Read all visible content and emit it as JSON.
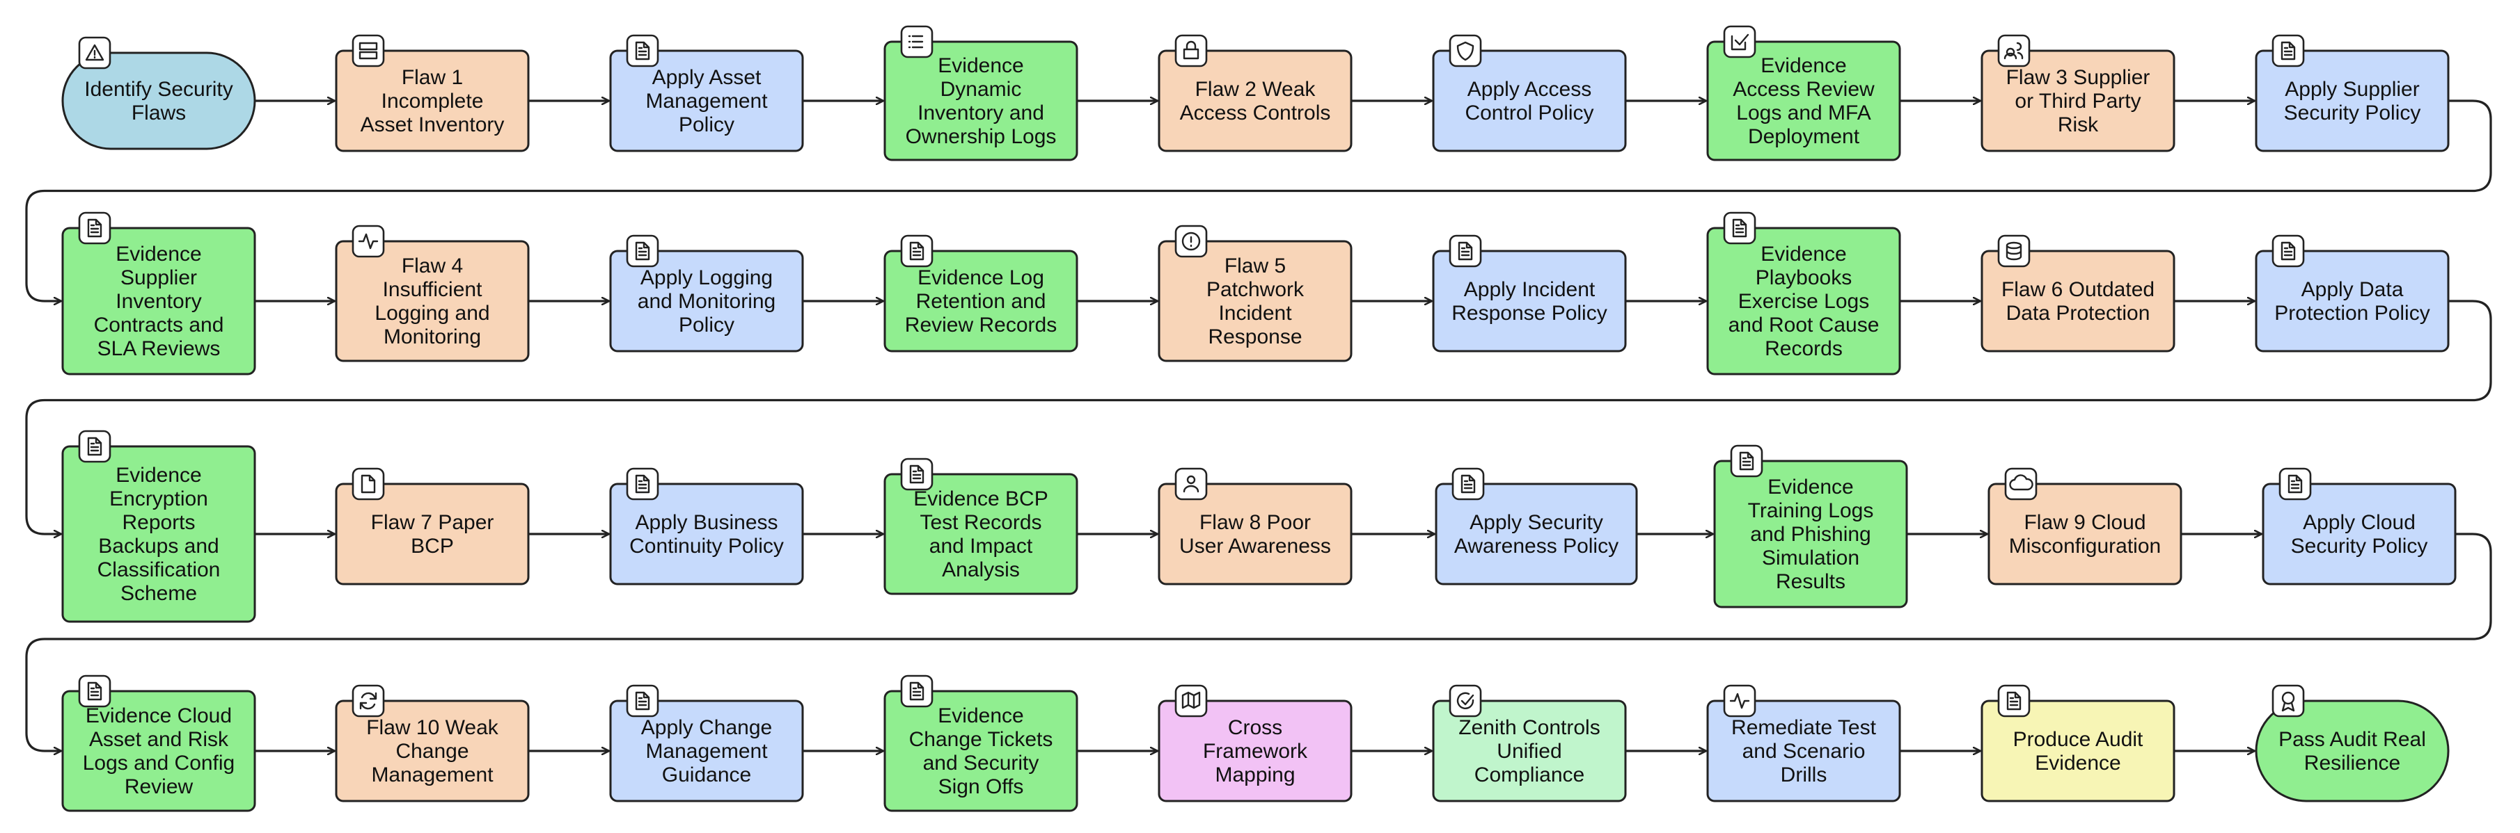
{
  "colors": {
    "start_end": "#add8e6",
    "end": "#90ee90",
    "flaw": "#f8d5b8",
    "policy": "#c6dafc",
    "evidence": "#90ee90",
    "mapping": "#f2c2f5",
    "compliance": "#c0f5cc",
    "remediate": "#c6dafc",
    "produce": "#f7f5b5",
    "stroke": "#222222"
  },
  "nodes": [
    {
      "id": "n1",
      "kind": "start_end",
      "icon": "warning-icon",
      "lines": [
        "Identify Security",
        "Flaws"
      ]
    },
    {
      "id": "n2",
      "kind": "flaw",
      "icon": "server-icon",
      "lines": [
        "Flaw 1",
        "Incomplete",
        "Asset Inventory"
      ]
    },
    {
      "id": "n3",
      "kind": "policy",
      "icon": "document-icon",
      "lines": [
        "Apply Asset",
        "Management",
        "Policy"
      ]
    },
    {
      "id": "n4",
      "kind": "evidence",
      "icon": "list-icon",
      "lines": [
        "Evidence",
        "Dynamic",
        "Inventory and",
        "Ownership Logs"
      ]
    },
    {
      "id": "n5",
      "kind": "flaw",
      "icon": "lock-icon",
      "lines": [
        "Flaw 2 Weak",
        "Access Controls"
      ]
    },
    {
      "id": "n6",
      "kind": "policy",
      "icon": "shield-icon",
      "lines": [
        "Apply Access",
        "Control Policy"
      ]
    },
    {
      "id": "n7",
      "kind": "evidence",
      "icon": "checkbox-icon",
      "lines": [
        "Evidence",
        "Access Review",
        "Logs and MFA",
        "Deployment"
      ]
    },
    {
      "id": "n8",
      "kind": "flaw",
      "icon": "users-icon",
      "lines": [
        "Flaw 3 Supplier",
        "or Third Party",
        "Risk"
      ]
    },
    {
      "id": "n9",
      "kind": "policy",
      "icon": "document-icon",
      "lines": [
        "Apply Supplier",
        "Security Policy"
      ]
    },
    {
      "id": "n10",
      "kind": "evidence",
      "icon": "document-icon",
      "lines": [
        "Evidence",
        "Supplier",
        "Inventory",
        "Contracts and",
        "SLA Reviews"
      ]
    },
    {
      "id": "n11",
      "kind": "flaw",
      "icon": "activity-icon",
      "lines": [
        "Flaw 4",
        "Insufficient",
        "Logging and",
        "Monitoring"
      ]
    },
    {
      "id": "n12",
      "kind": "policy",
      "icon": "document-icon",
      "lines": [
        "Apply Logging",
        "and Monitoring",
        "Policy"
      ]
    },
    {
      "id": "n13",
      "kind": "evidence",
      "icon": "document-icon",
      "lines": [
        "Evidence Log",
        "Retention and",
        "Review Records"
      ]
    },
    {
      "id": "n14",
      "kind": "flaw",
      "icon": "alert-circle-icon",
      "lines": [
        "Flaw 5",
        "Patchwork",
        "Incident",
        "Response"
      ]
    },
    {
      "id": "n15",
      "kind": "policy",
      "icon": "document-icon",
      "lines": [
        "Apply Incident",
        "Response Policy"
      ]
    },
    {
      "id": "n16",
      "kind": "evidence",
      "icon": "document-icon",
      "lines": [
        "Evidence",
        "Playbooks",
        "Exercise Logs",
        "and Root Cause",
        "Records"
      ]
    },
    {
      "id": "n17",
      "kind": "flaw",
      "icon": "database-icon",
      "lines": [
        "Flaw 6 Outdated",
        "Data Protection"
      ]
    },
    {
      "id": "n18",
      "kind": "policy",
      "icon": "document-icon",
      "lines": [
        "Apply Data",
        "Protection Policy"
      ]
    },
    {
      "id": "n19",
      "kind": "evidence",
      "icon": "document-icon",
      "lines": [
        "Evidence",
        "Encryption",
        "Reports",
        "Backups and",
        "Classification",
        "Scheme"
      ]
    },
    {
      "id": "n20",
      "kind": "flaw",
      "icon": "file-icon",
      "lines": [
        "Flaw 7 Paper",
        "BCP"
      ]
    },
    {
      "id": "n21",
      "kind": "policy",
      "icon": "document-icon",
      "lines": [
        "Apply Business",
        "Continuity Policy"
      ]
    },
    {
      "id": "n22",
      "kind": "evidence",
      "icon": "document-icon",
      "lines": [
        "Evidence BCP",
        "Test Records",
        "and Impact",
        "Analysis"
      ]
    },
    {
      "id": "n23",
      "kind": "flaw",
      "icon": "user-icon",
      "lines": [
        "Flaw 8 Poor",
        "User Awareness"
      ]
    },
    {
      "id": "n24",
      "kind": "policy",
      "icon": "document-icon",
      "lines": [
        "Apply Security",
        "Awareness Policy"
      ]
    },
    {
      "id": "n25",
      "kind": "evidence",
      "icon": "document-icon",
      "lines": [
        "Evidence",
        "Training Logs",
        "and Phishing",
        "Simulation",
        "Results"
      ]
    },
    {
      "id": "n26",
      "kind": "flaw",
      "icon": "cloud-icon",
      "lines": [
        "Flaw 9 Cloud",
        "Misconfiguration"
      ]
    },
    {
      "id": "n27",
      "kind": "policy",
      "icon": "document-icon",
      "lines": [
        "Apply Cloud",
        "Security Policy"
      ]
    },
    {
      "id": "n28",
      "kind": "evidence",
      "icon": "document-icon",
      "lines": [
        "Evidence Cloud",
        "Asset and Risk",
        "Logs and Config",
        "Review"
      ]
    },
    {
      "id": "n29",
      "kind": "flaw",
      "icon": "refresh-icon",
      "lines": [
        "Flaw 10 Weak",
        "Change",
        "Management"
      ]
    },
    {
      "id": "n30",
      "kind": "policy",
      "icon": "document-icon",
      "lines": [
        "Apply Change",
        "Management",
        "Guidance"
      ]
    },
    {
      "id": "n31",
      "kind": "evidence",
      "icon": "document-icon",
      "lines": [
        "Evidence",
        "Change Tickets",
        "and Security",
        "Sign Offs"
      ]
    },
    {
      "id": "n32",
      "kind": "mapping",
      "icon": "map-icon",
      "lines": [
        "Cross",
        "Framework",
        "Mapping"
      ]
    },
    {
      "id": "n33",
      "kind": "compliance",
      "icon": "check-circle-icon",
      "lines": [
        "Zenith Controls",
        "Unified",
        "Compliance"
      ]
    },
    {
      "id": "n34",
      "kind": "remediate",
      "icon": "activity-icon",
      "lines": [
        "Remediate Test",
        "and Scenario",
        "Drills"
      ]
    },
    {
      "id": "n35",
      "kind": "produce",
      "icon": "document-icon",
      "lines": [
        "Produce Audit",
        "Evidence"
      ]
    },
    {
      "id": "n36",
      "kind": "end",
      "icon": "award-icon",
      "lines": [
        "Pass Audit Real",
        "Resilience"
      ]
    }
  ]
}
